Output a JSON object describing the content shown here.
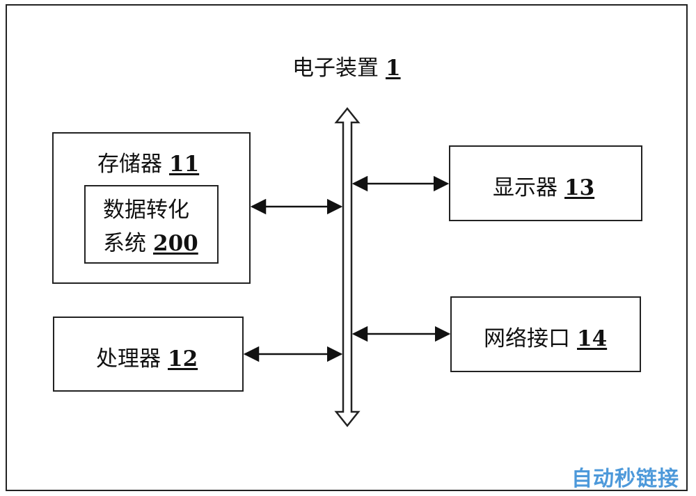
{
  "device": {
    "title": "电子装置",
    "number": "1"
  },
  "memory": {
    "title": "存储器",
    "number": "11"
  },
  "conversion_system": {
    "line1": "数据转化",
    "line2": "系统",
    "number": "200"
  },
  "processor": {
    "title": "处理器",
    "number": "12"
  },
  "display": {
    "title": "显示器",
    "number": "13"
  },
  "network": {
    "title": "网络接口",
    "number": "14"
  },
  "watermark": "自动秒链接"
}
